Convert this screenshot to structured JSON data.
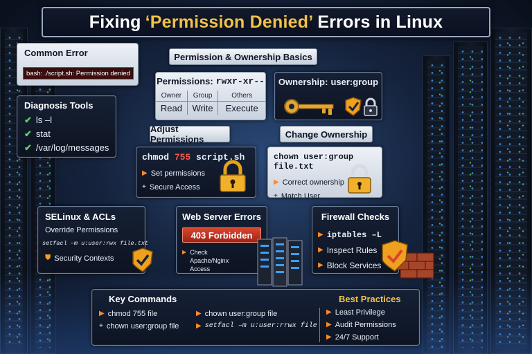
{
  "title": {
    "prefix": "Fixing",
    "highlight": "‘Permission Denied’",
    "suffix": "Errors in Linux"
  },
  "common_error": {
    "heading": "Common Error",
    "message": "bash: ./script.sh: Permission denied"
  },
  "diagnosis": {
    "heading": "Diagnosis Tools",
    "items": [
      "ls –l",
      "stat",
      "/var/log/messages"
    ]
  },
  "basics": {
    "heading": "Permission & Ownership Basics"
  },
  "permissions": {
    "label": "Permissions:",
    "value": "rwxr-xr--",
    "columns": [
      "Owner",
      "Group",
      "Others"
    ],
    "values": [
      "Read",
      "Write",
      "Execute"
    ]
  },
  "ownership": {
    "label": "Ownership:",
    "value": "user:group"
  },
  "adjust": {
    "heading": "Adjust Permissions",
    "command_pre": "chmod",
    "command_num": "755",
    "command_post": "script.sh",
    "items": [
      "Set permissions",
      "Secure Access"
    ]
  },
  "change_owner": {
    "heading": "Change Ownership",
    "command": "chown user:group file.txt",
    "items": [
      "Correct ownership",
      "Match User"
    ]
  },
  "selinux": {
    "heading": "SELinux & ACLs",
    "line1": "Override Permissions",
    "line2": "setfacl –m u:user:rwx file.txt",
    "line3": "Security Contexts"
  },
  "webserver": {
    "heading": "Web Server Errors",
    "badge": "403 Forbidden",
    "note": "Check Apache/Nginx Access"
  },
  "firewall": {
    "heading": "Firewall Checks",
    "items": [
      "iptables –L",
      "Inspect Rules",
      "Block Services"
    ]
  },
  "key_commands": {
    "heading": "Key Commands",
    "items": [
      "chmod 755 file",
      "chown user:group file",
      "chown user:group file",
      "setfacl –m u:user:rrwx file"
    ]
  },
  "best_practices": {
    "heading": "Best Practices",
    "items": [
      "Least Privilege",
      "Audit Permissions",
      "24/7 Support"
    ]
  },
  "colors": {
    "accent": "#f2c14a",
    "danger": "#c0392b",
    "check": "#5fd36a",
    "bullet": "#ff8a2a"
  }
}
